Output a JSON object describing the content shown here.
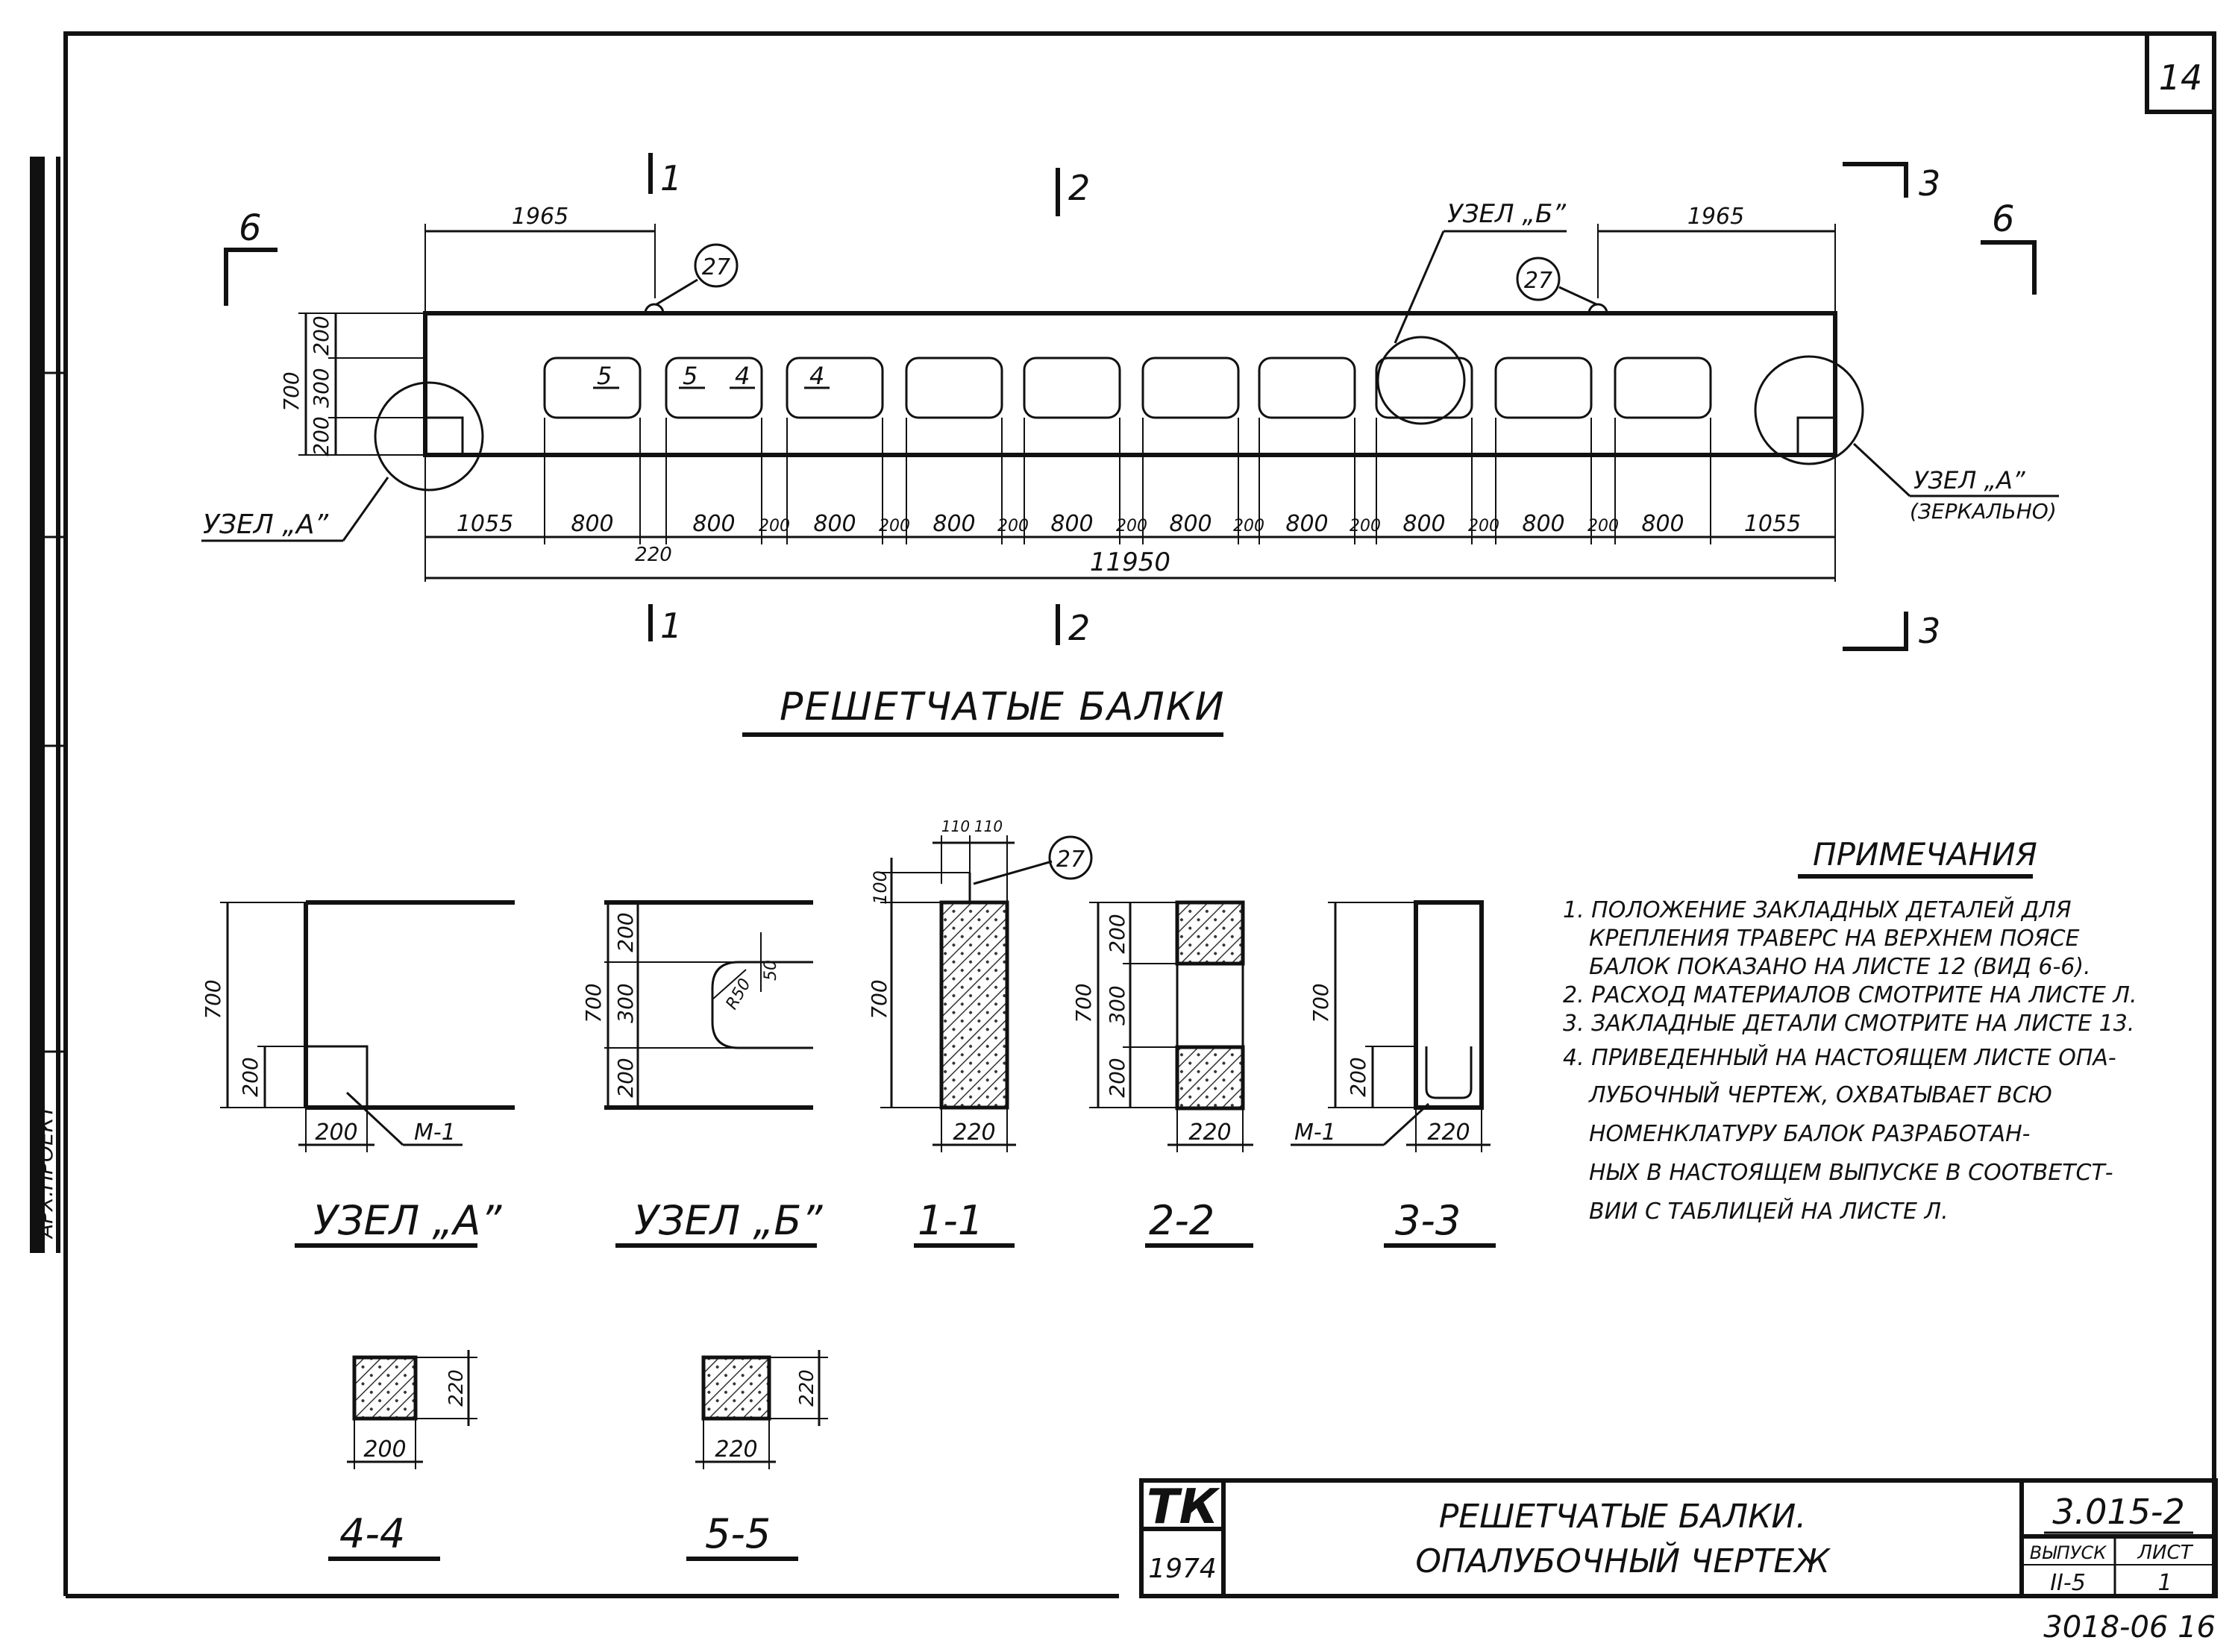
{
  "sheet_no": "14",
  "main_title": "РЕШЕТЧАТЫЕ БАЛКИ",
  "elevation": {
    "section_marks": {
      "s1": "1",
      "s2": "2",
      "s3": "3",
      "s6": "6"
    },
    "node_a": "УЗЕЛ „А”",
    "node_a_mirror_1": "УЗЕЛ „А”",
    "node_a_mirror_2": "(ЗЕРКАЛЬНО)",
    "node_b": "УЗЕЛ „Б”",
    "callout": "27",
    "detail_labels": [
      "5",
      "5",
      "4",
      "4"
    ],
    "dim_top": "1965",
    "dim_total": "11950",
    "dim_end": "1055",
    "dim_opening": "800",
    "dim_web": "200",
    "dim_web_first": "220",
    "dim_left_v": [
      "700",
      "200",
      "300",
      "200"
    ]
  },
  "details": {
    "node_a": {
      "title": "УЗЕЛ „А”",
      "h": "700",
      "h2": "200",
      "w": "200",
      "mark": "М-1"
    },
    "node_b": {
      "title": "УЗЕЛ „Б”",
      "h": "700",
      "h1": "200",
      "h2": "300",
      "h3": "200",
      "r1": "R50",
      "r2": "50"
    },
    "s11": {
      "title": "1-1",
      "top": "100",
      "h": "700",
      "w": "220",
      "t1": "110",
      "t2": "110",
      "callout": "27"
    },
    "s22": {
      "title": "2-2",
      "h": "700",
      "h1": "200",
      "h2": "300",
      "h3": "200",
      "w": "220"
    },
    "s33": {
      "title": "3-3",
      "h": "700",
      "h1": "200",
      "w": "220",
      "mark": "М-1"
    },
    "s44": {
      "title": "4-4",
      "w": "200",
      "h": "220"
    },
    "s55": {
      "title": "5-5",
      "w": "220",
      "h": "220"
    }
  },
  "notes": {
    "title": "ПРИМЕЧАНИЯ",
    "lines": [
      "1. ПОЛОЖЕНИЕ ЗАКЛАДНЫХ ДЕТАЛЕЙ ДЛЯ",
      "КРЕПЛЕНИЯ ТРАВЕРС НА ВЕРХНЕМ ПОЯСЕ",
      "БАЛОК ПОКАЗАНО НА ЛИСТЕ 12 (ВИД 6-6).",
      "2. РАСХОД МАТЕРИАЛОВ СМОТРИТЕ НА ЛИСТЕ Л.",
      "3. ЗАКЛАДНЫЕ ДЕТАЛИ СМОТРИТЕ НА ЛИСТЕ 13.",
      "4. ПРИВЕДЕННЫЙ НА НАСТОЯЩЕМ ЛИСТЕ ОПА-",
      "ЛУБОЧНЫЙ ЧЕРТЕЖ, ОХВАТЫВАЕТ ВСЮ",
      "НОМЕНКЛАТУРУ БАЛОК РАЗРАБОТАН-",
      "НЫХ В НАСТОЯЩЕМ ВЫПУСКЕ В СООТВЕТСТ-",
      "ВИИ С ТАБЛИЦЕЙ НА ЛИСТЕ Л."
    ]
  },
  "title_block": {
    "org": "ТК",
    "year": "1974",
    "title_1": "РЕШЕТЧАТЫЕ БАЛКИ.",
    "title_2": "ОПАЛУБОЧНЫЙ ЧЕРТЕЖ",
    "series": "3.015-2",
    "issue_label": "ВЫПУСК",
    "issue_value": "II-5",
    "sheet_label": "ЛИСТ",
    "sheet_value": "1"
  },
  "footer_code": "3018-06 16",
  "side_strip": "АРХ.ПРОЕКТ"
}
